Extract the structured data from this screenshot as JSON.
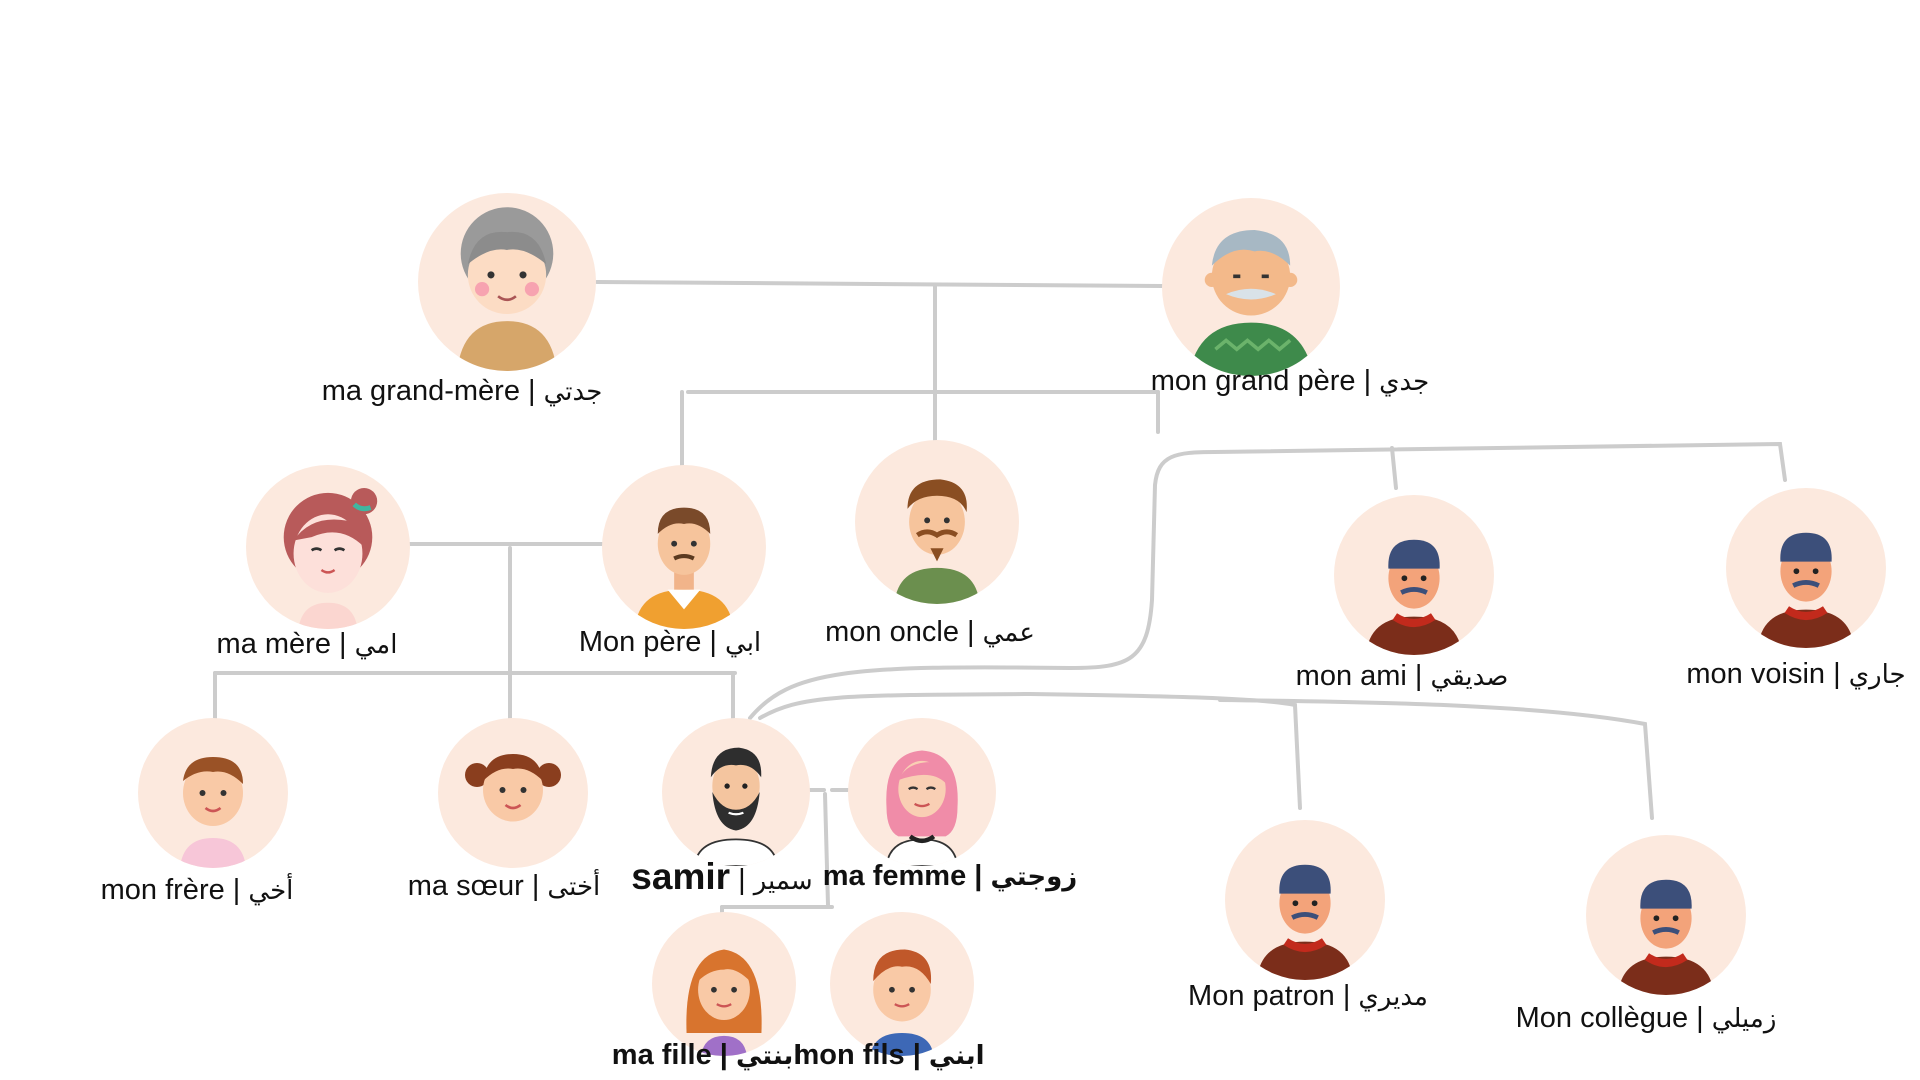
{
  "colors": {
    "avatar_bg": "#fce9de",
    "line": "#cccccc"
  },
  "people": {
    "grandmother": {
      "fr": "ma grand-mère",
      "sep": "|",
      "ar": "جدتي",
      "icon": "grandmother-icon"
    },
    "grandfather": {
      "fr": "mon grand père",
      "sep": "|",
      "ar": "جدي",
      "icon": "grandfather-icon"
    },
    "mother": {
      "fr": "ma mère",
      "sep": "|",
      "ar": "امي",
      "icon": "mother-icon"
    },
    "father": {
      "fr": "Mon père",
      "sep": "|",
      "ar": "ابي",
      "icon": "father-icon"
    },
    "uncle": {
      "fr": "mon oncle",
      "sep": "|",
      "ar": "عمي",
      "icon": "uncle-icon"
    },
    "friend": {
      "fr": "mon ami",
      "sep": "|",
      "ar": "صديقي",
      "icon": "friend-icon"
    },
    "neighbor": {
      "fr": "mon voisin",
      "sep": "|",
      "ar": "جاري",
      "icon": "neighbor-icon"
    },
    "brother": {
      "fr": "mon frère",
      "sep": "|",
      "ar": "أخي",
      "icon": "brother-icon"
    },
    "sister": {
      "fr": "ma sœur",
      "sep": "|",
      "ar": "أختى",
      "icon": "sister-icon"
    },
    "self": {
      "fr": "samir",
      "sep": "|",
      "ar": "سمير",
      "icon": "samir-icon"
    },
    "wife": {
      "fr": "ma femme",
      "sep": "|",
      "ar": "زوجتي",
      "icon": "wife-icon"
    },
    "boss": {
      "fr": "Mon patron",
      "sep": "|",
      "ar": "مديري",
      "icon": "boss-icon"
    },
    "colleague": {
      "fr": "Mon collègue",
      "sep": "|",
      "ar": "زميلي",
      "icon": "colleague-icon"
    },
    "daughter": {
      "fr": "ma fille",
      "sep": "|",
      "ar": "ابنتي",
      "icon": "daughter-icon"
    },
    "son": {
      "fr": "mon fils",
      "sep": "|",
      "ar": "ابني",
      "icon": "son-icon"
    }
  }
}
